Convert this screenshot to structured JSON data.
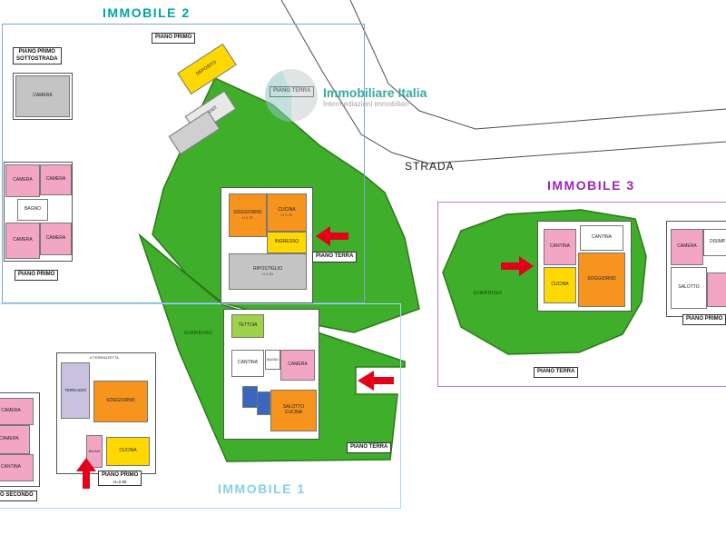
{
  "palette": {
    "garden_green": "#3fae2a",
    "garden_border": "#2c7a1a",
    "room_orange": "#f7941d",
    "room_yellow": "#ffd800",
    "room_pink": "#f2a6c4",
    "room_gray": "#c4c4c4",
    "room_lavender": "#c8c2e0",
    "room_lime": "#9ed24a",
    "room_blue": "#3a66c0",
    "arrow_red": "#e50019",
    "immobile1_accent": "#85d0e8",
    "immobile2_accent": "#00a3a3",
    "immobile3_accent": "#9c27b0"
  },
  "watermark": {
    "title": "Immobiliare Italia",
    "subtitle": "Intermediazioni immobiliari"
  },
  "road_label": "STRADA",
  "immobile2": {
    "title": "IMMOBILE 2",
    "sottostrada_label_line1": "PIANO PRIMO",
    "sottostrada_label_line2": "SOTTOSTRADA",
    "sottostrada_room_camera": "CAMERA",
    "piano_primo_label": "PIANO PRIMO",
    "pp_rooms": {
      "camera1": "CAMERA",
      "camera2": "CAMERA",
      "bagno": "BAGNO",
      "camera3": "CAMERA",
      "camera4": "CAMERA"
    },
    "annex_label": "PIANO PRIMO",
    "annex_rooms": {
      "deposito": "DEPOSITO",
      "ripostiglio": "RIPOST."
    },
    "piano_terra_label_top": "PIANO TERRA",
    "piano_terra_label": "PIANO TERRA",
    "pt_rooms": {
      "soggiorno": {
        "name": "SOGGIORNO",
        "sub": "H 2.70"
      },
      "cucina": {
        "name": "CUCINA",
        "sub": "H 2.70"
      },
      "ingresso": {
        "name": "INGRESSO"
      },
      "ripostiglio": {
        "name": "RIPOSTIGLIO",
        "sub": "H 2.20"
      }
    }
  },
  "immobile3": {
    "title": "IMMOBILE 3",
    "garden_label": "GIARDINO",
    "piano_terra_label": "PIANO TERRA",
    "pt_rooms": {
      "cantina1": "CANTINA",
      "cantina2": "CANTINA",
      "cucina": "CUCINA",
      "soggiorno": "SOGGIORNO"
    },
    "piano_primo_label": "PIANO PRIMO",
    "pp_rooms": {
      "camera": "CAMERA",
      "disimp": "DISIMP.",
      "salotto": "SALOTTO"
    }
  },
  "immobile1": {
    "title": "IMMOBILE 1",
    "garden_label": "GIARDINO",
    "piano_terra_label": "PIANO TERRA",
    "pt_rooms": {
      "tettoia": "TETTOIA",
      "cantina": "CANTINA",
      "bagno": "BAGNO",
      "camera": "CAMERA",
      "salotto_line1": "SALOTTO",
      "salotto_line2": "CUCINA"
    },
    "piano_primo_label": "PIANO PRIMO",
    "piano_primo_sub": "H=2.85",
    "pp_rooms": {
      "terrazzetta": "A TERRAZZETTA",
      "terrazzo": "TERRAZZO",
      "soggiorno": "SOGGIORNO",
      "bagno": "BAGNO",
      "cucina": "CUCINA"
    },
    "piano_secondo_label": "O SECONDO",
    "ps_rooms": {
      "camera1": "CAMERA",
      "camera2": "CAMERA",
      "cantina": "CANTINA"
    }
  }
}
